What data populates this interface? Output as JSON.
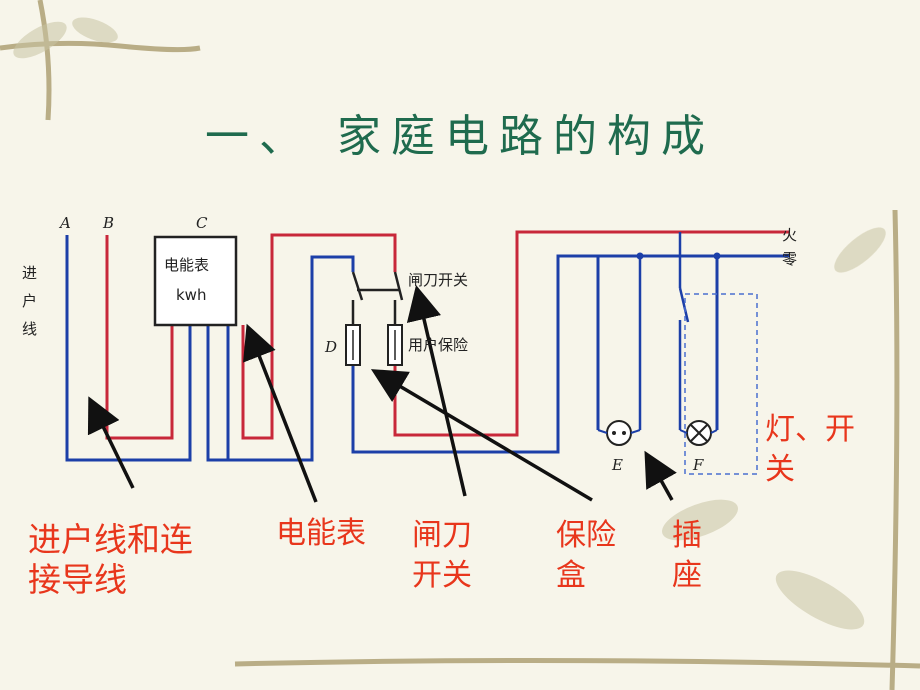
{
  "title": "一、 家庭电路的构成",
  "colors": {
    "live": "#c8283a",
    "neutral": "#1c3fa8",
    "accent": "#e8361c",
    "title": "#1f6b4e",
    "background": "#f7f5ea"
  },
  "diagram": {
    "line_labels": {
      "a": "A",
      "b": "B",
      "c": "C"
    },
    "incoming_line_vertical": [
      "进",
      "户",
      "线"
    ],
    "meter_text": [
      "电能表",
      "kwh"
    ],
    "knife_switch_label": "闸刀开关",
    "fuse_label": "用户保险",
    "fuse_letter": "D",
    "live_label": "火",
    "neutral_label": "零",
    "socket_letter": "E",
    "lamp_letter": "F"
  },
  "callouts": {
    "incoming_lines": [
      "进户线和连",
      "接导线"
    ],
    "meter": [
      "电能表"
    ],
    "knife_switch": [
      "闸刀",
      "开关"
    ],
    "fuse_box": [
      "保险",
      "盒"
    ],
    "socket": [
      "插",
      "座"
    ],
    "lamp_switch": [
      "灯、开",
      "关"
    ]
  }
}
